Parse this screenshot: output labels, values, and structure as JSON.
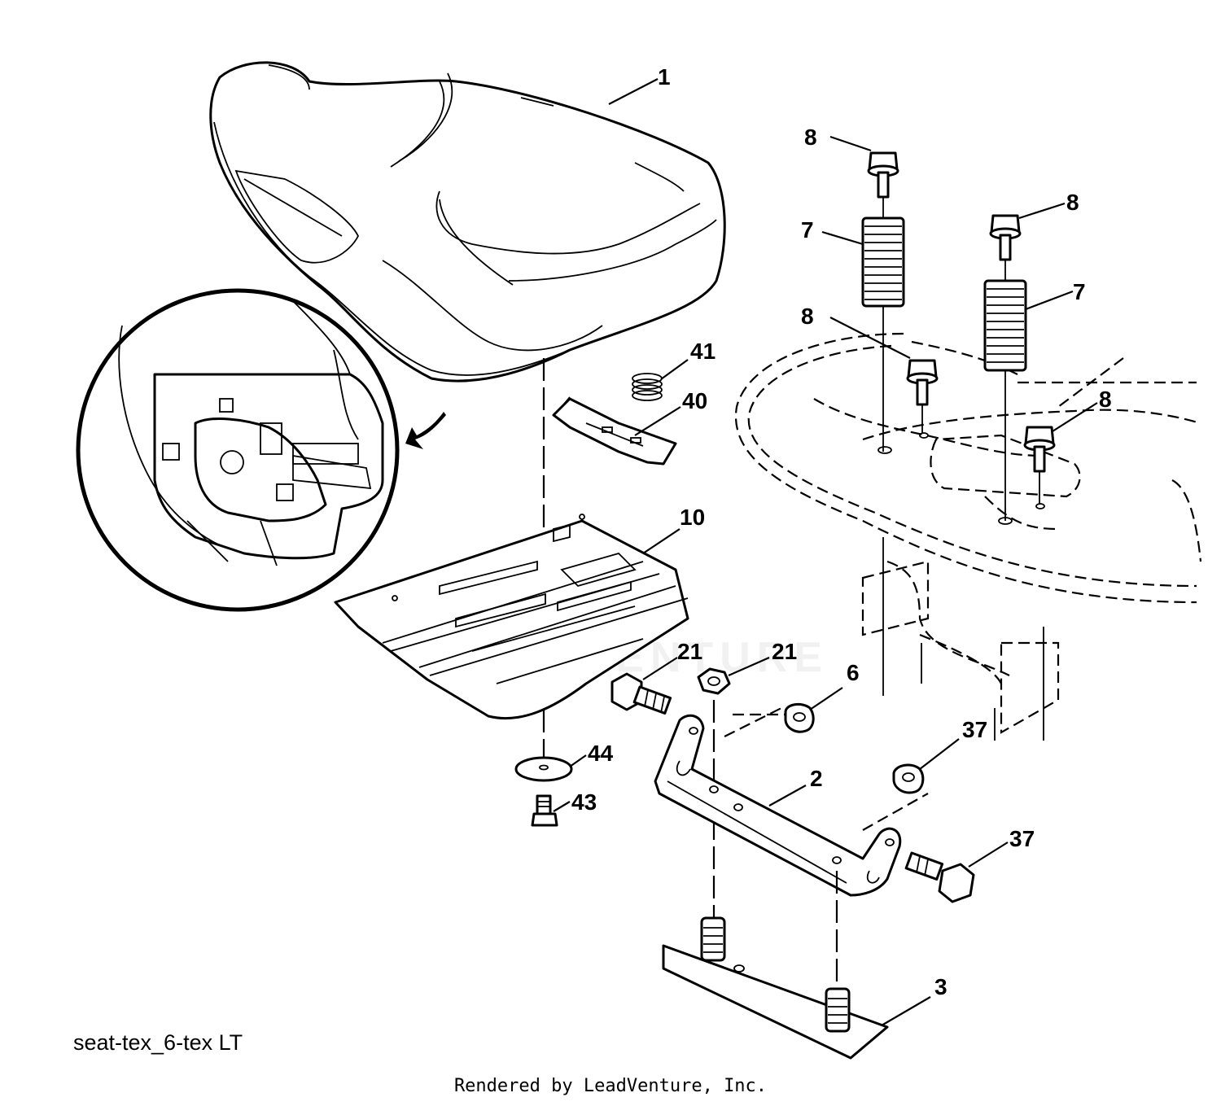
{
  "caption": "seat-tex_6-tex LT",
  "credit": "Rendered by LeadVenture, Inc.",
  "watermark": "LEADVENTURE",
  "parts": [
    {
      "id": "seat",
      "label": "1"
    },
    {
      "id": "seat-pan",
      "label": "10"
    },
    {
      "id": "spring-41",
      "label": "41"
    },
    {
      "id": "latch-clip",
      "label": "40"
    },
    {
      "id": "bolt-8-a",
      "label": "8"
    },
    {
      "id": "bolt-8-b",
      "label": "8"
    },
    {
      "id": "bolt-8-c",
      "label": "8"
    },
    {
      "id": "bolt-8-d",
      "label": "8"
    },
    {
      "id": "spring-7-a",
      "label": "7"
    },
    {
      "id": "spring-7-b",
      "label": "7"
    },
    {
      "id": "bolt-21-a",
      "label": "21"
    },
    {
      "id": "bolt-21-b",
      "label": "21"
    },
    {
      "id": "nut-6",
      "label": "6"
    },
    {
      "id": "spacer-37-a",
      "label": "37"
    },
    {
      "id": "spacer-37-b",
      "label": "37"
    },
    {
      "id": "bracket",
      "label": "2"
    },
    {
      "id": "plate",
      "label": "3"
    },
    {
      "id": "washer-44",
      "label": "44"
    },
    {
      "id": "screw-43",
      "label": "43"
    }
  ]
}
